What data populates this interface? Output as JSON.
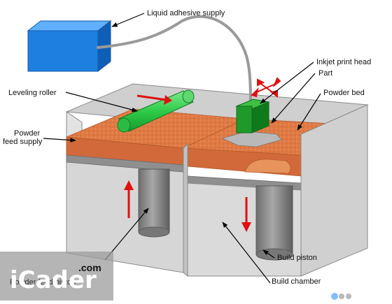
{
  "labels": {
    "liquid_adhesive_supply": "Liquid adhesive supply",
    "inkjet_print_head": "Inkjet print head",
    "part": "Part",
    "powder_bed": "Powder bed",
    "leveling_roller": "Leveling roller",
    "powder_feed_supply_line1": "Powder",
    "powder_feed_supply_line2": "feed supply",
    "build_piston": "Build piston",
    "build_chamber": "Build chamber",
    "powder_feed_piston_obscured": "Powder feed piston"
  },
  "watermark": {
    "text": "iCader",
    "suffix": ".com"
  },
  "colors": {
    "powder": "#e07a45",
    "powder_dark": "#c9622f",
    "chamber_wall": "#dcdcdc",
    "chamber_wall_dark": "#bdbdbd",
    "supply_box": "#1e7fe0",
    "roller": "#2ecc4a",
    "print_head": "#1f9a2a",
    "arrow": "#e01010",
    "piston": "#8a8a8a",
    "watermark_accent": "#e53030"
  }
}
